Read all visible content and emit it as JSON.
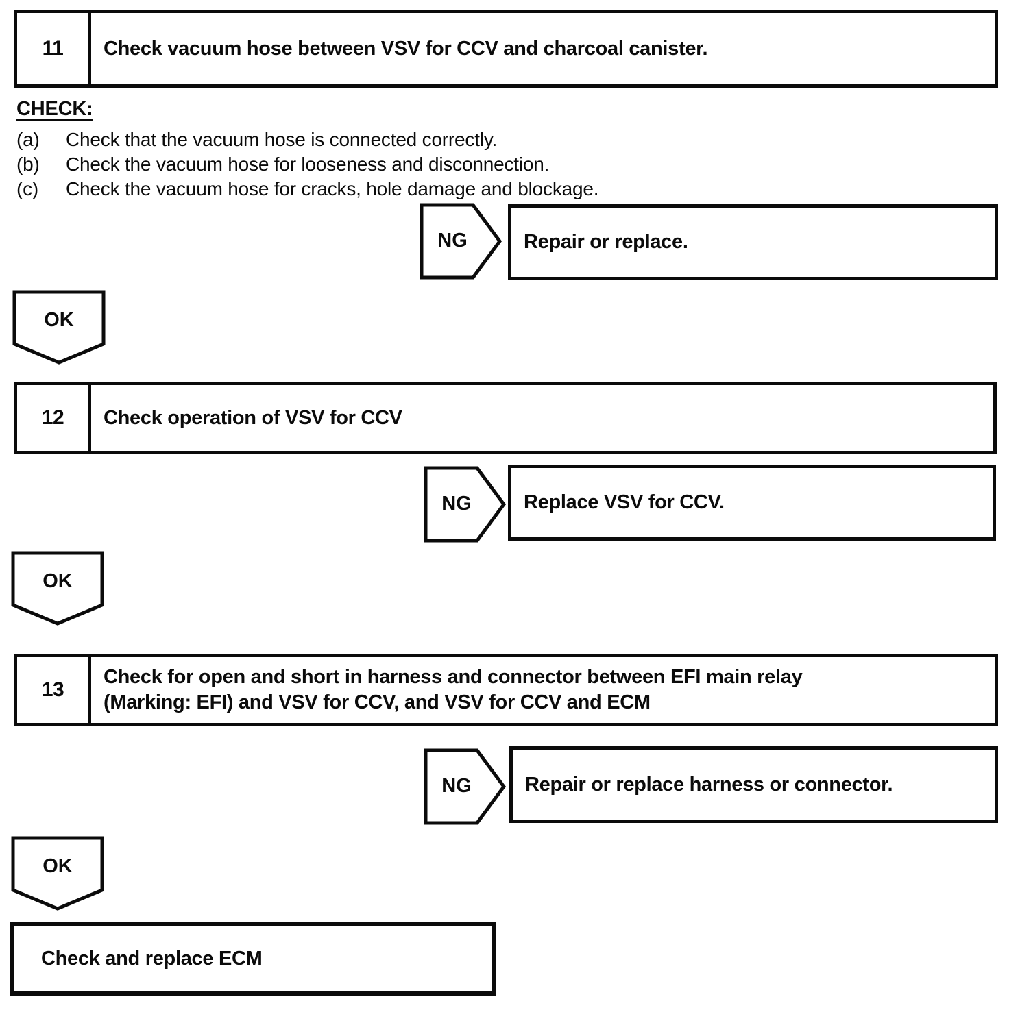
{
  "flowchart": {
    "steps": [
      {
        "number": "11",
        "title": "Check vacuum hose between VSV for CCV and charcoal canister.",
        "check": {
          "heading": "CHECK:",
          "items": [
            {
              "label": "(a)",
              "text": "Check that the vacuum hose is connected correctly."
            },
            {
              "label": "(b)",
              "text": "Check the vacuum hose for looseness and disconnection."
            },
            {
              "label": "(c)",
              "text": "Check the vacuum hose for cracks, hole damage and blockage."
            }
          ]
        },
        "ng": {
          "label": "NG",
          "action": "Repair or replace."
        },
        "ok": {
          "label": "OK"
        }
      },
      {
        "number": "12",
        "title": "Check operation of VSV for CCV",
        "ng": {
          "label": "NG",
          "action": "Replace VSV for CCV."
        },
        "ok": {
          "label": "OK"
        }
      },
      {
        "number": "13",
        "title_line1": "Check for open and short in harness and connector between EFI main relay",
        "title_line2": "(Marking: EFI) and VSV for CCV, and VSV for CCV and ECM",
        "ng": {
          "label": "NG",
          "action": "Repair or replace harness or connector."
        },
        "ok": {
          "label": "OK"
        }
      }
    ],
    "end": {
      "title": "Check and replace ECM"
    },
    "ink_color": "#0b0b0b",
    "background_color": "#ffffff"
  }
}
